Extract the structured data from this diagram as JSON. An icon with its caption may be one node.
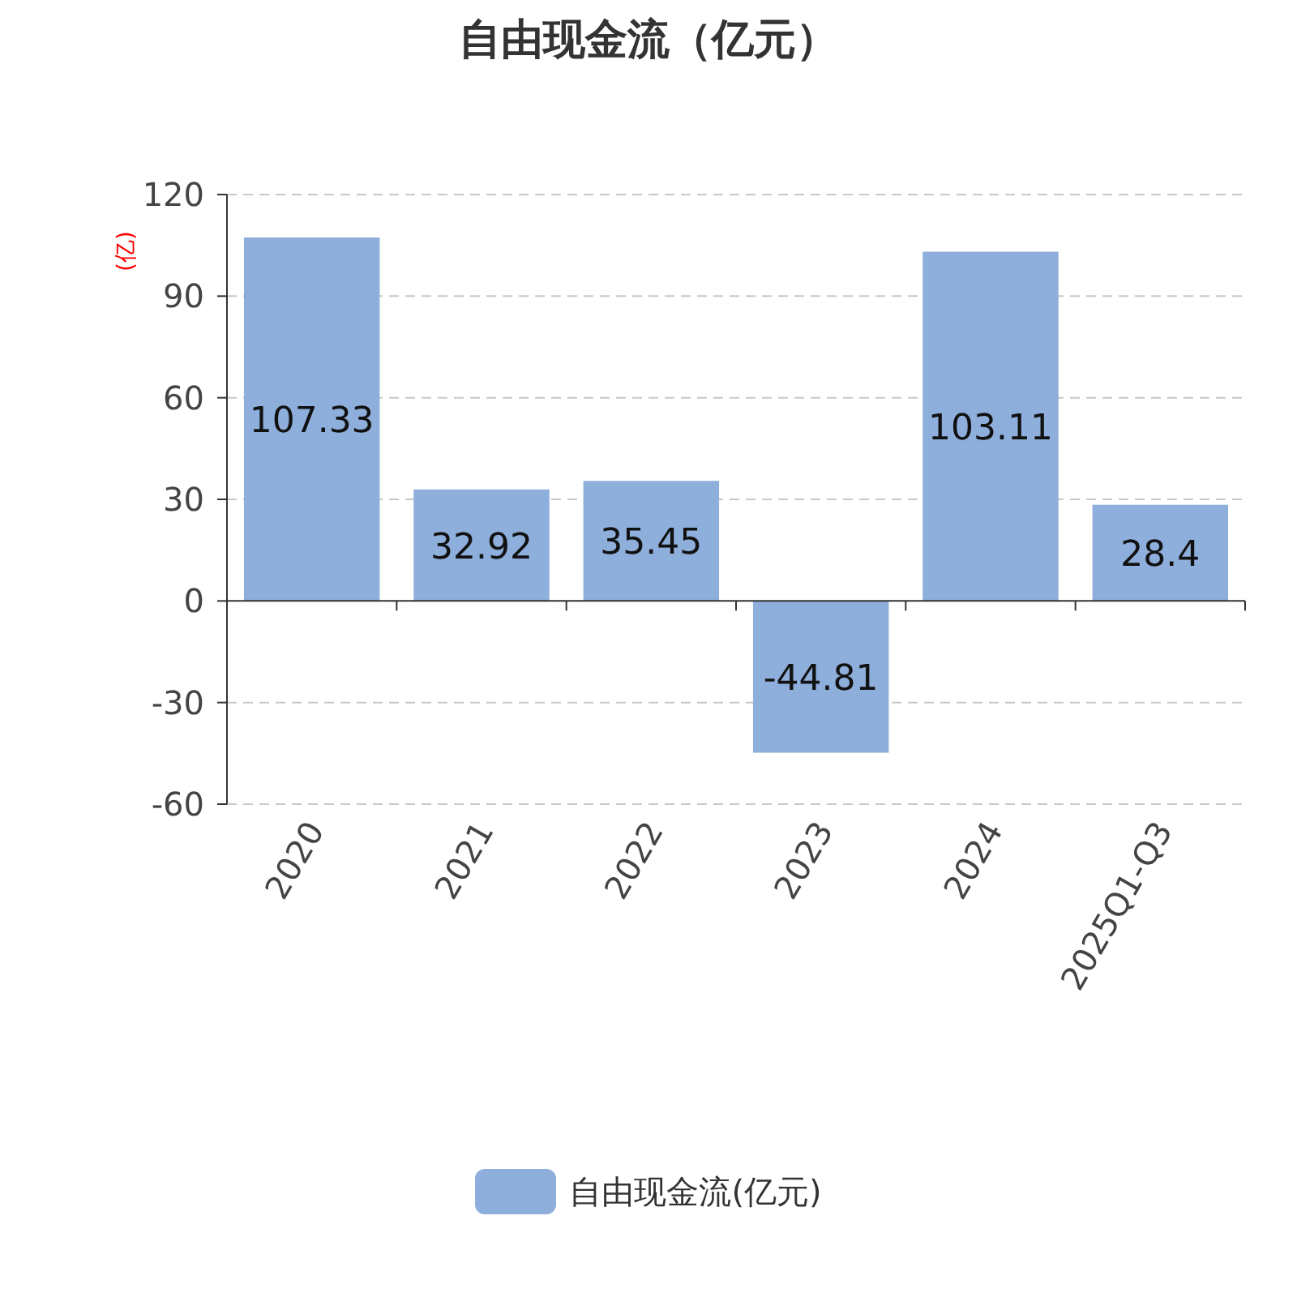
{
  "diagram": {
    "title": "自由现金流（亿元）",
    "legend": [
      {
        "text": "自由现金流(亿元)",
        "color": "#8eaedb"
      }
    ],
    "chart_data": {
      "type": "bar",
      "ylabel": "(亿)",
      "categories": [
        "2020",
        "2021",
        "2022",
        "2023",
        "2024",
        "2025Q1-Q3"
      ],
      "values": [
        107.33,
        32.92,
        35.45,
        -44.81,
        103.11,
        28.4
      ],
      "ylim": [
        -60,
        120
      ],
      "grid": true,
      "yticks": [
        -60,
        -30,
        0,
        30,
        60,
        90,
        120
      ],
      "data_labels": true
    }
  }
}
